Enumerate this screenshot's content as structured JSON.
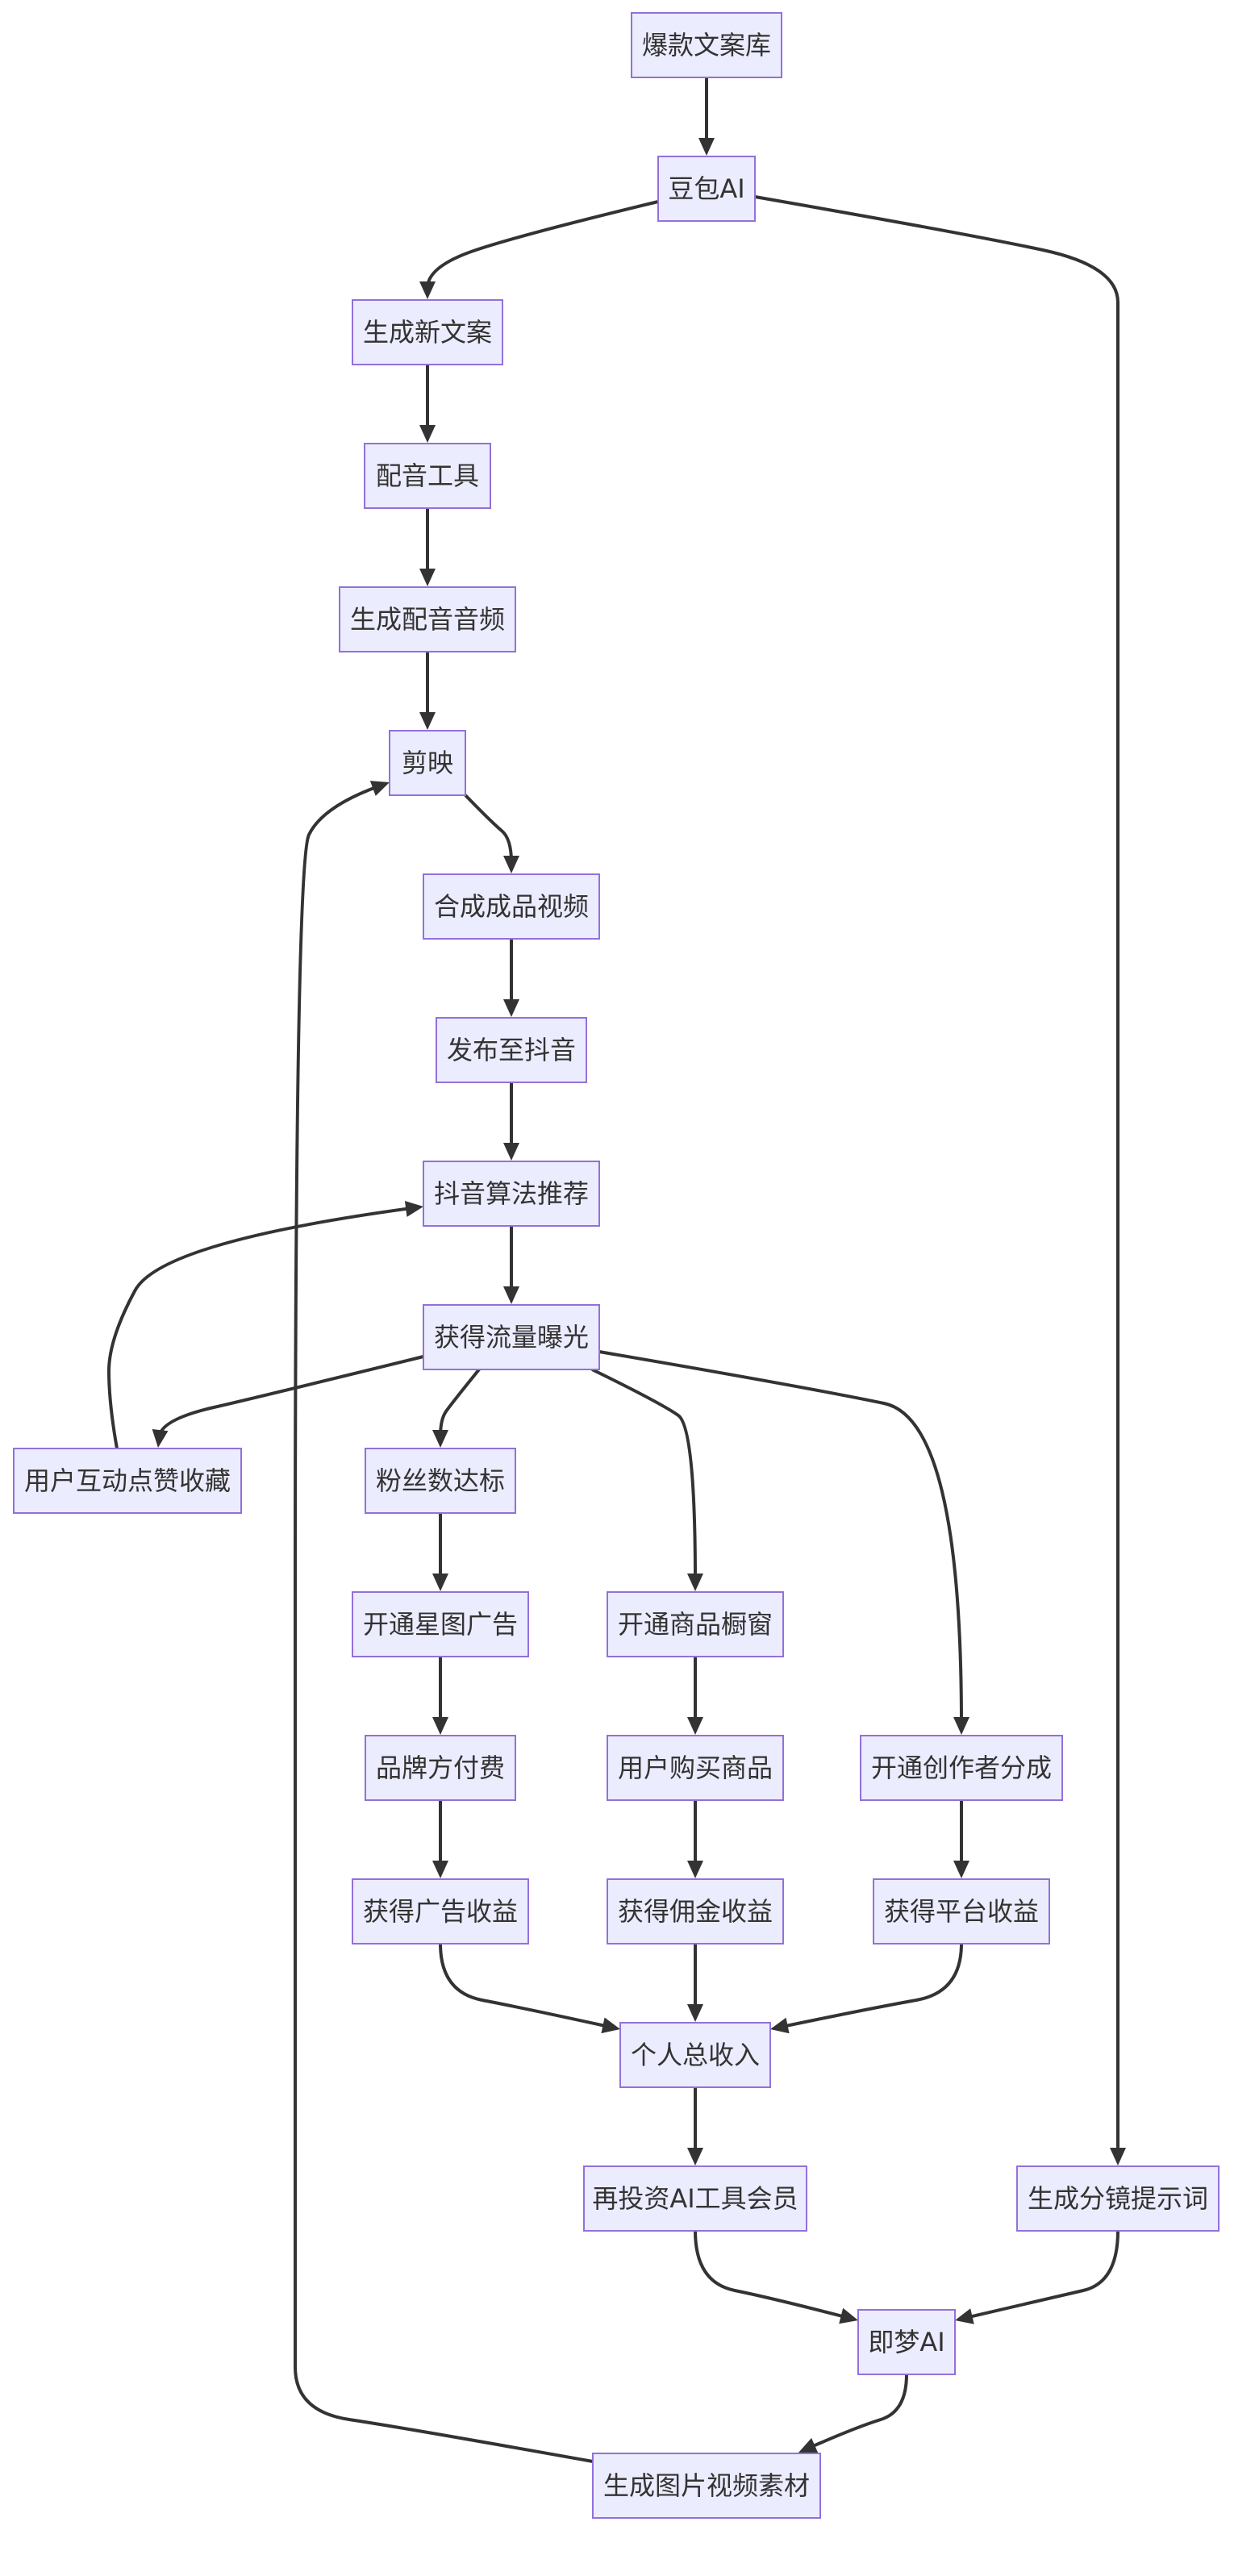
{
  "flowchart": {
    "direction": "top-down",
    "colors": {
      "node_fill": "#ececff",
      "node_stroke": "#9370db",
      "edge": "#333333",
      "text": "#333333"
    },
    "nodes": [
      {
        "id": "n1",
        "label": "爆款文案库"
      },
      {
        "id": "n2",
        "label": "豆包AI"
      },
      {
        "id": "n3",
        "label": "生成新文案"
      },
      {
        "id": "n4",
        "label": "配音工具"
      },
      {
        "id": "n5",
        "label": "生成配音音频"
      },
      {
        "id": "n6",
        "label": "剪映"
      },
      {
        "id": "n7",
        "label": "合成成品视频"
      },
      {
        "id": "n8",
        "label": "发布至抖音"
      },
      {
        "id": "n9",
        "label": "抖音算法推荐"
      },
      {
        "id": "n10",
        "label": "获得流量曝光"
      },
      {
        "id": "n11",
        "label": "用户互动点赞收藏"
      },
      {
        "id": "n12",
        "label": "粉丝数达标"
      },
      {
        "id": "n13",
        "label": "开通星图广告"
      },
      {
        "id": "n14",
        "label": "开通商品橱窗"
      },
      {
        "id": "n15",
        "label": "品牌方付费"
      },
      {
        "id": "n16",
        "label": "用户购买商品"
      },
      {
        "id": "n17",
        "label": "开通创作者分成"
      },
      {
        "id": "n18",
        "label": "获得广告收益"
      },
      {
        "id": "n19",
        "label": "获得佣金收益"
      },
      {
        "id": "n20",
        "label": "获得平台收益"
      },
      {
        "id": "n21",
        "label": "个人总收入"
      },
      {
        "id": "n22",
        "label": "再投资AI工具会员"
      },
      {
        "id": "n23",
        "label": "生成分镜提示词"
      },
      {
        "id": "n24",
        "label": "即梦AI"
      },
      {
        "id": "n25",
        "label": "生成图片视频素材"
      }
    ],
    "edges": [
      {
        "from": "n1",
        "to": "n2"
      },
      {
        "from": "n2",
        "to": "n3"
      },
      {
        "from": "n2",
        "to": "n23"
      },
      {
        "from": "n3",
        "to": "n4"
      },
      {
        "from": "n4",
        "to": "n5"
      },
      {
        "from": "n5",
        "to": "n6"
      },
      {
        "from": "n6",
        "to": "n7"
      },
      {
        "from": "n7",
        "to": "n8"
      },
      {
        "from": "n8",
        "to": "n9"
      },
      {
        "from": "n9",
        "to": "n10"
      },
      {
        "from": "n10",
        "to": "n11"
      },
      {
        "from": "n10",
        "to": "n12"
      },
      {
        "from": "n10",
        "to": "n14"
      },
      {
        "from": "n10",
        "to": "n17"
      },
      {
        "from": "n11",
        "to": "n9"
      },
      {
        "from": "n12",
        "to": "n13"
      },
      {
        "from": "n13",
        "to": "n15"
      },
      {
        "from": "n14",
        "to": "n16"
      },
      {
        "from": "n15",
        "to": "n18"
      },
      {
        "from": "n16",
        "to": "n19"
      },
      {
        "from": "n17",
        "to": "n20"
      },
      {
        "from": "n18",
        "to": "n21"
      },
      {
        "from": "n19",
        "to": "n21"
      },
      {
        "from": "n20",
        "to": "n21"
      },
      {
        "from": "n21",
        "to": "n22"
      },
      {
        "from": "n22",
        "to": "n24"
      },
      {
        "from": "n23",
        "to": "n24"
      },
      {
        "from": "n24",
        "to": "n25"
      },
      {
        "from": "n25",
        "to": "n6"
      }
    ]
  }
}
